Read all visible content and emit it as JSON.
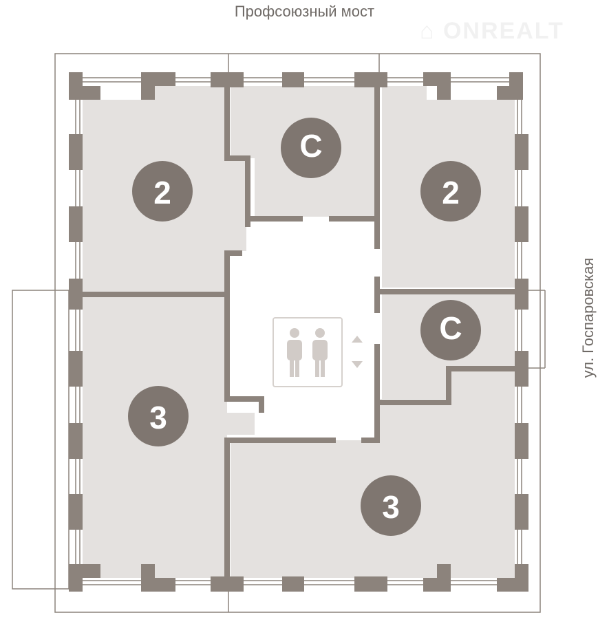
{
  "streets": {
    "top": "Профсоюзный мост",
    "right": "ул. Госпаровская"
  },
  "watermark": "ONREALT",
  "apartments": [
    {
      "id": "top-left",
      "label": "2"
    },
    {
      "id": "top-center",
      "label": "C"
    },
    {
      "id": "top-right",
      "label": "2"
    },
    {
      "id": "middle-right",
      "label": "C"
    },
    {
      "id": "bottom-left",
      "label": "3"
    },
    {
      "id": "bottom-right",
      "label": "3"
    }
  ],
  "core": {
    "icon": "elevator-people-icon",
    "arrows": [
      "up-arrow-icon",
      "down-arrow-icon"
    ]
  },
  "colors": {
    "wall": "#8c837c",
    "apartment_fill": "#e4e1df",
    "badge": "#7f7670",
    "outline": "#8c837c"
  }
}
